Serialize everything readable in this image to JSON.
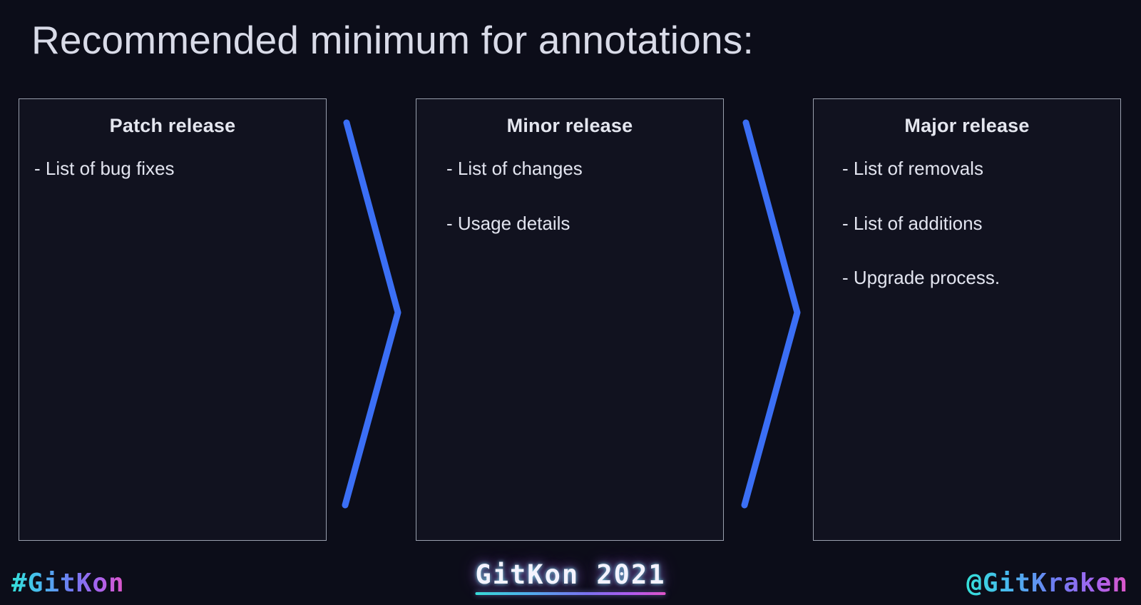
{
  "slide": {
    "title": "Recommended minimum for annotations:",
    "background_color": "#0c0d19",
    "accent_color": "#3b6ff5"
  },
  "cards": [
    {
      "heading": "Patch release",
      "items": [
        "- List of bug fixes"
      ]
    },
    {
      "heading": "Minor release",
      "items": [
        "- List of changes",
        "- Usage details"
      ]
    },
    {
      "heading": "Major release",
      "items": [
        "- List of removals",
        "- List of additions",
        "- Upgrade process."
      ]
    }
  ],
  "connectors": [
    {
      "name": "chevron-1",
      "shape": "chevron-right",
      "color": "#3b6ff5"
    },
    {
      "name": "chevron-2",
      "shape": "chevron-right",
      "color": "#3b6ff5"
    }
  ],
  "footer": {
    "left": "#GitKon",
    "center": "GitKon 2021",
    "right": "@GitKraken",
    "gradient_start": "#35e0d8",
    "gradient_end": "#e056c8"
  }
}
